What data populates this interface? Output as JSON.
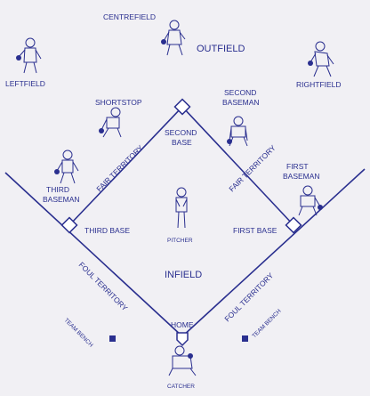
{
  "labels": {
    "centrefield": "CENTREFIELD",
    "outfield": "OUTFIELD",
    "leftfield": "LEFTFIELD",
    "rightfield": "RIGHTFIELD",
    "shortstop": "SHORTSTOP",
    "second_baseman_1": "SECOND",
    "second_baseman_2": "BASEMAN",
    "second_base_1": "SECOND",
    "second_base_2": "BASE",
    "fair_territory_left": "FAIR TERRITORY",
    "fair_territory_right": "FAIR TERRITORY",
    "first_baseman_1": "FIRST",
    "first_baseman_2": "BASEMAN",
    "third_baseman_1": "THIRD",
    "third_baseman_2": "BASEMAN",
    "third_base": "THIRD BASE",
    "first_base": "FIRST BASE",
    "pitcher": "PITCHER",
    "infield": "INFIELD",
    "foul_territory_left": "FOUL TERRITORY",
    "foul_territory_right": "FOUL TERRITORY",
    "team_bench_left": "TEAM BENCH",
    "team_bench_right": "TEAM BENCH",
    "home": "HOME",
    "catcher": "CATCHER"
  },
  "colors": {
    "ink": "#2a2f8f",
    "paper": "#f1f0f4"
  }
}
